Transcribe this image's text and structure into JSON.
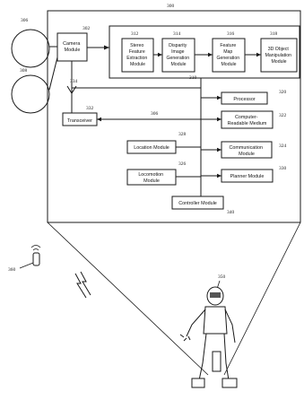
{
  "refs": {
    "device": "300",
    "camera_a": "306",
    "camera_b": "308",
    "camera_module": "302",
    "antenna": "334",
    "transceiver": "332",
    "bus": "306",
    "stereo": "312",
    "disparity": "314",
    "feature_map": "316",
    "object_manip": "318",
    "pipeline": "310",
    "processor": "320",
    "crm": "322",
    "location": "328",
    "comm": "324",
    "locomotion": "326",
    "planner": "330",
    "controller": "340",
    "remote": "360",
    "robot": "350"
  },
  "modules": {
    "camera": [
      "Camera",
      "Module"
    ],
    "transceiver": [
      "Transceiver"
    ],
    "stereo": [
      "Stereo",
      "Feature",
      "Extraction",
      "Module"
    ],
    "disparity": [
      "Disparity",
      "Image",
      "Generation",
      "Module"
    ],
    "feature_map": [
      "Feature",
      "Map",
      "Generation",
      "Module"
    ],
    "object_manip": [
      "3D Object",
      "Manipulation",
      "Module"
    ],
    "processor": [
      "Processor"
    ],
    "crm": [
      "Computer-",
      "Readable Medium"
    ],
    "location": [
      "Location Module"
    ],
    "comm": [
      "Communication",
      "Module"
    ],
    "locomotion": [
      "Locomotion",
      "Module"
    ],
    "planner": [
      "Planner Module"
    ],
    "controller": [
      "Controller Module"
    ]
  }
}
